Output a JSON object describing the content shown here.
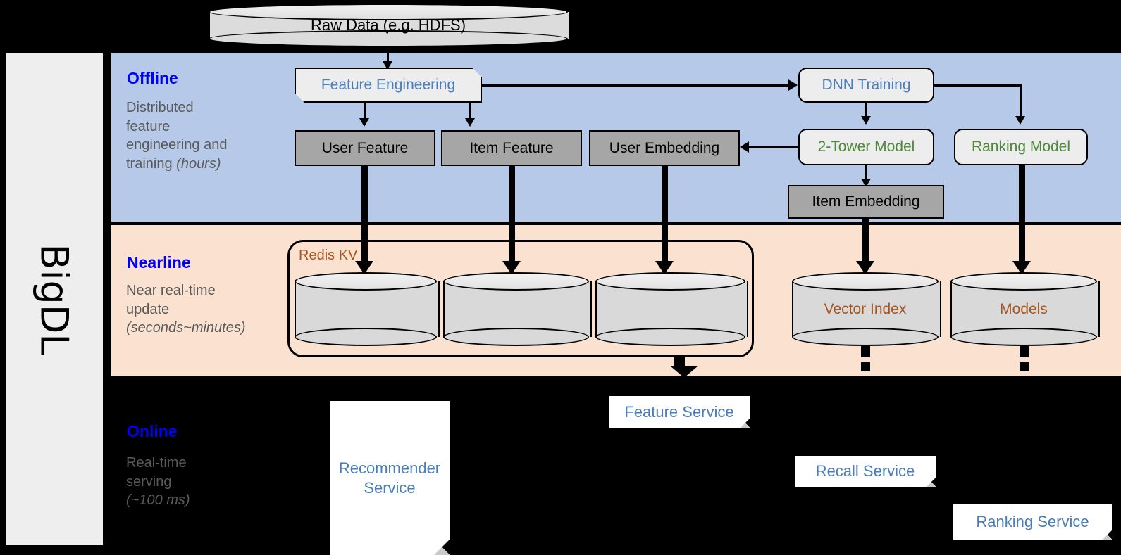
{
  "framework": {
    "name": "BigDL"
  },
  "source": {
    "label": "Raw Data (e.g. HDFS)"
  },
  "bands": [
    {
      "id": "offline",
      "title": "Offline",
      "description_line1": "Distributed",
      "description_line2": "feature",
      "description_line3": "engineering and",
      "description_line4": "training ",
      "description_italic": "(hours)",
      "background": "#b6c9e8"
    },
    {
      "id": "nearline",
      "title": "Nearline",
      "description_line1": "Near real-time",
      "description_line2": "update",
      "description_italic": "(seconds~minutes)",
      "background": "#fbe2d0"
    },
    {
      "id": "online",
      "title": "Online",
      "description_line1": "Real-time",
      "description_line2": "serving",
      "description_italic": "(~100 ms)",
      "background": "#000000"
    }
  ],
  "offline": {
    "feature_engineering": "Feature Engineering",
    "dnn_training": "DNN Training",
    "user_feature": "User Feature",
    "item_feature": "Item Feature",
    "user_embedding": "User Embedding",
    "two_tower_model": "2-Tower Model",
    "ranking_model": "Ranking Model",
    "item_embedding": "Item Embedding"
  },
  "nearline": {
    "redis_kv": "Redis KV",
    "store_user_feature": "",
    "store_item_feature": "",
    "store_user_embedding": "",
    "vector_index": "Vector Index",
    "models": "Models"
  },
  "online": {
    "recommender_service": "Recommender\nService",
    "recommender_service_line1": "Recommender",
    "recommender_service_line2": "Service",
    "feature_service": "Feature Service",
    "recall_service": "Recall Service",
    "ranking_service": "Ranking Service"
  },
  "colors": {
    "offline_band": "#b6c9e8",
    "nearline_band": "#fbe2d0",
    "online_band": "#000000",
    "band_title": "#0000ff",
    "band_description": "#5a5a5a",
    "blue_node_text": "#4a7ebb",
    "green_node_text": "#4e8a3a",
    "brown_node_text": "#a6551f",
    "gray_box_fill": "#a6a6a6",
    "light_box_fill": "#ededed",
    "cylinder_fill": "#d9d9d9",
    "rail_fill": "#eeeeee"
  }
}
